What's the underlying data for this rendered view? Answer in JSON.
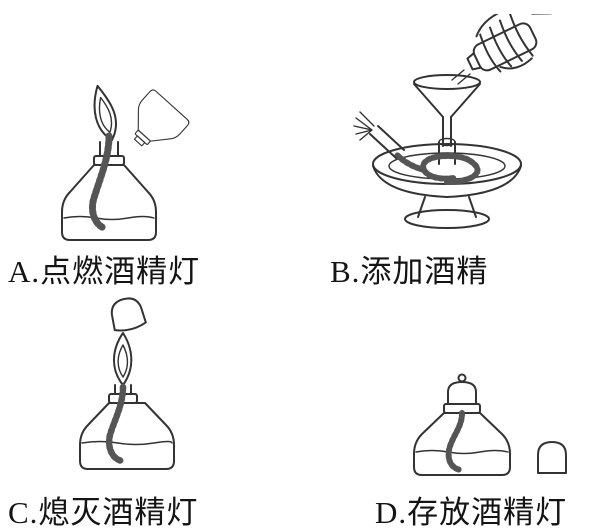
{
  "panels": [
    {
      "id": "A",
      "label": "A.点燃酒精灯"
    },
    {
      "id": "B",
      "label": "B.添加酒精"
    },
    {
      "id": "C",
      "label": "C.熄灭酒精灯"
    },
    {
      "id": "D",
      "label": "D.存放酒精灯"
    }
  ],
  "colors": {
    "background": "#ffffff",
    "line": "#333333",
    "text": "#141414"
  }
}
